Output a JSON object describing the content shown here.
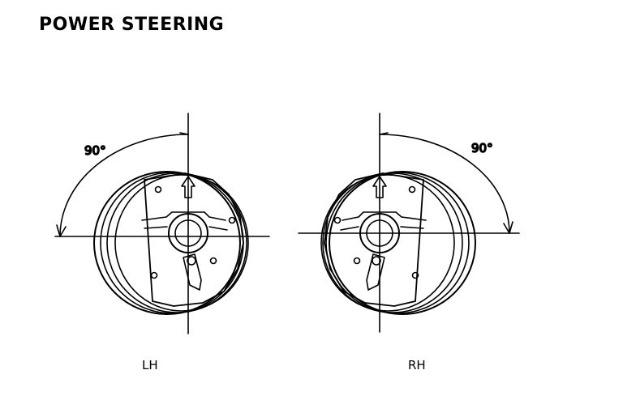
{
  "title": "POWER STEERING",
  "left": {
    "angle_label": "90°",
    "caption": "LH",
    "angle_degrees": 90
  },
  "right": {
    "angle_label": "90°",
    "caption": "RH",
    "angle_degrees": 90
  },
  "colors": {
    "ink": "#000000",
    "paper": "#ffffff"
  }
}
